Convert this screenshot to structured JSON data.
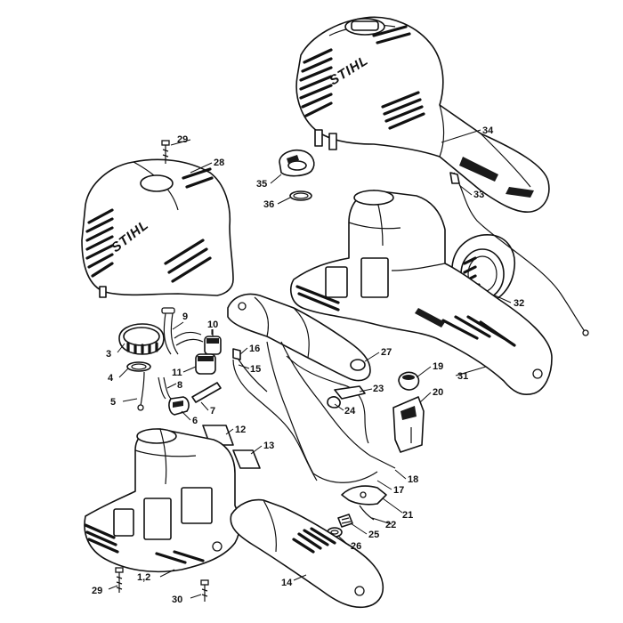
{
  "brand_text": "STIHL",
  "callouts": {
    "c1_2": "1,2",
    "c3": "3",
    "c4": "4",
    "c5": "5",
    "c6": "6",
    "c7": "7",
    "c8": "8",
    "c9": "9",
    "c10": "10",
    "c11": "11",
    "c12": "12",
    "c13": "13",
    "c14": "14",
    "c15": "15",
    "c16": "16",
    "c17": "17",
    "c18": "18",
    "c19": "19",
    "c20": "20",
    "c21": "21",
    "c22": "22",
    "c23": "23",
    "c24": "24",
    "c25": "25",
    "c26": "26",
    "c27": "27",
    "c28": "28",
    "c29a": "29",
    "c29b": "29",
    "c30": "30",
    "c31": "31",
    "c32": "32",
    "c33": "33",
    "c34": "34",
    "c35": "35",
    "c36": "36"
  }
}
